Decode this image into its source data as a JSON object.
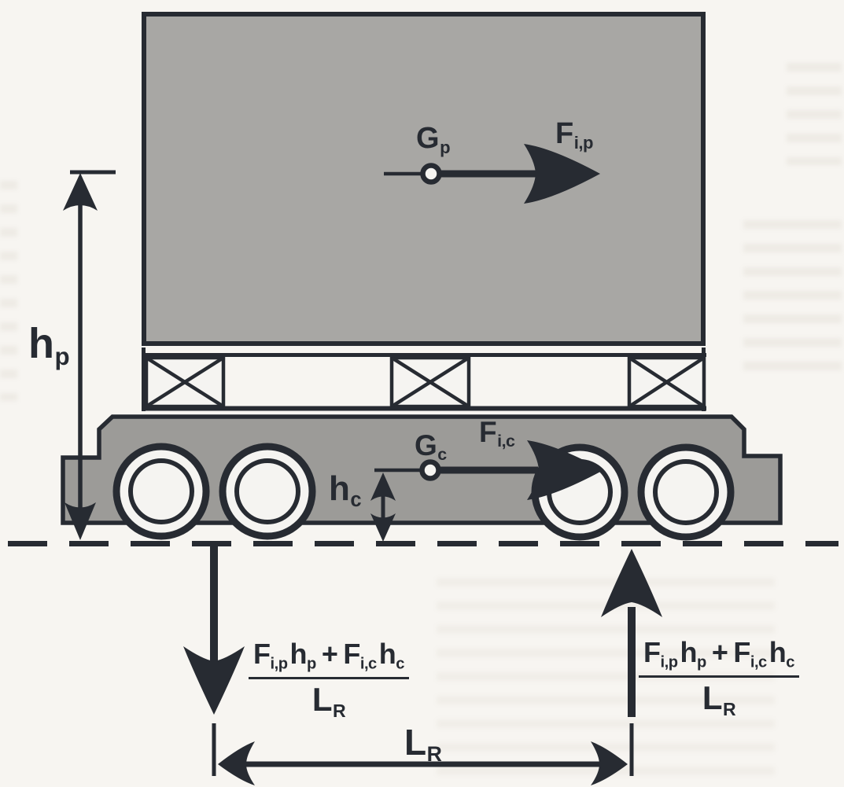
{
  "labels": {
    "load_cg": {
      "main": "G",
      "sub": "p"
    },
    "load_inertia_force": {
      "main": "F",
      "sub": "i,p"
    },
    "cart_cg": {
      "main": "G",
      "sub": "c"
    },
    "cart_inertia_force": {
      "main": "F",
      "sub": "i,c"
    },
    "load_cg_height": {
      "main": "h",
      "sub": "p"
    },
    "cart_cg_height": {
      "main": "h",
      "sub": "c"
    },
    "wheelbase": {
      "main": "L",
      "sub": "R"
    }
  },
  "formula": {
    "numerator": {
      "f1": "F",
      "f1_sub": "i,p",
      "h1": "h",
      "h1_sub": "p",
      "operator": "+",
      "f2": "F",
      "f2_sub": "i,c",
      "h2": "h",
      "h2_sub": "c"
    },
    "denominator": {
      "main": "L",
      "sub": "R"
    }
  },
  "colors": {
    "ink": "#272b32",
    "load_gray": "#a8a7a4",
    "cart_gray": "#9c9b98",
    "paper": "#f7f5f1",
    "white": "#f5f4f1"
  }
}
